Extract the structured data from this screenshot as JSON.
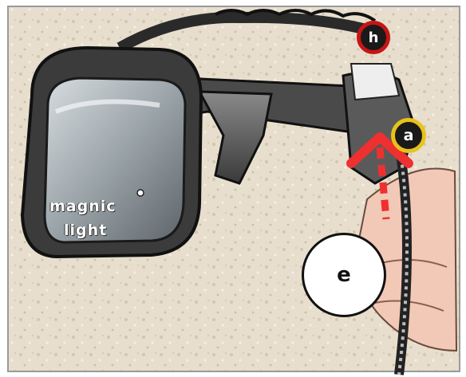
{
  "photo": {
    "engraving_line1": "magnic",
    "engraving_line2": "light"
  },
  "markers": {
    "h": "h",
    "a": "a",
    "e": "e"
  },
  "colors": {
    "marker_h_ring": "#c81414",
    "marker_a_ring": "#e8c21a",
    "arrow": "#ee3030",
    "background": "#e6dccb"
  }
}
